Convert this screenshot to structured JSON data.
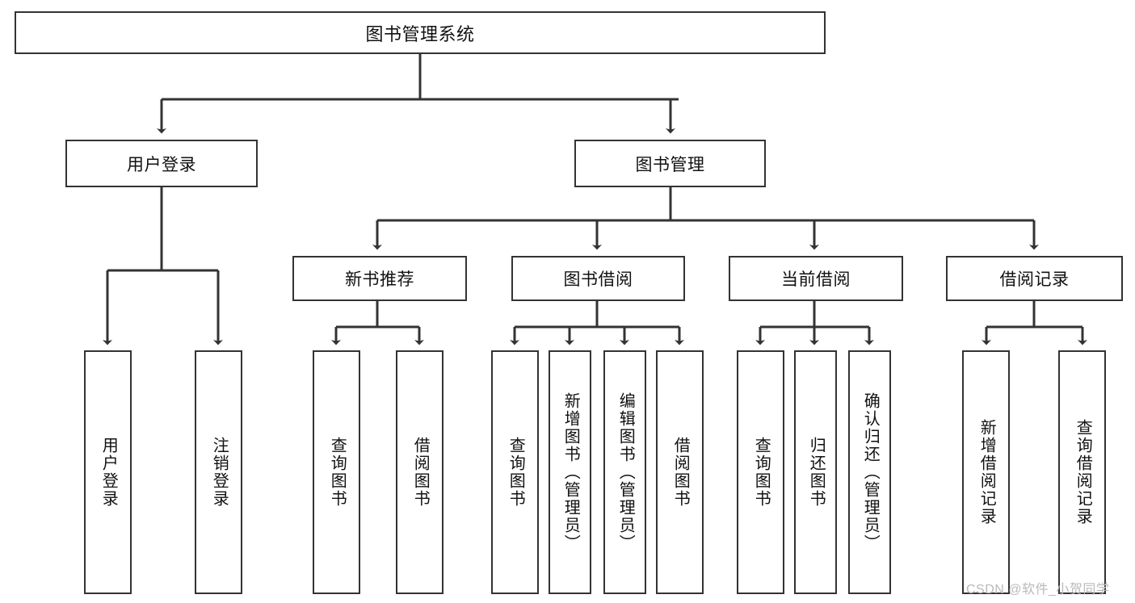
{
  "diagram": {
    "title": "图书管理系统",
    "watermark": "CSDN @软件_小贺同学",
    "stroke_color": "#333333",
    "background_color": "#ffffff"
  },
  "nodes": {
    "root": {
      "label": "图书管理系统"
    },
    "level1": [
      {
        "label": "用户登录"
      },
      {
        "label": "图书管理"
      }
    ],
    "level2": [
      {
        "label": "新书推荐"
      },
      {
        "label": "图书借阅"
      },
      {
        "label": "当前借阅"
      },
      {
        "label": "借阅记录"
      }
    ],
    "leaves_user_login": [
      {
        "label": "用户登录"
      },
      {
        "label": "注销登录"
      }
    ],
    "leaves_new_book": [
      {
        "label": "查询图书"
      },
      {
        "label": "借阅图书"
      }
    ],
    "leaves_borrow": [
      {
        "label": "查询图书"
      },
      {
        "label": "新增图书（管理员）"
      },
      {
        "label": "编辑图书（管理员）"
      },
      {
        "label": "借阅图书"
      }
    ],
    "leaves_current": [
      {
        "label": "查询图书"
      },
      {
        "label": "归还图书"
      },
      {
        "label": "确认归还（管理员）"
      }
    ],
    "leaves_record": [
      {
        "label": "新增借阅记录"
      },
      {
        "label": "查询借阅记录"
      }
    ]
  }
}
